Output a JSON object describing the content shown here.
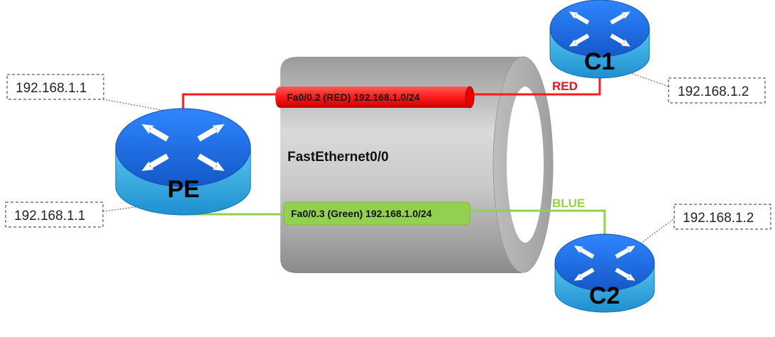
{
  "diagram": {
    "trunk_label": "FastEthernet0/0",
    "routers": {
      "pe": "PE",
      "c1": "C1",
      "c2": "C2"
    },
    "subinterfaces": {
      "red": "Fa0/0.2 (RED) 192.168.1.0/24",
      "green": "Fa0/0.3 (Green) 192.168.1.0/24"
    },
    "vlan_tags": {
      "red": "RED",
      "blue": "BLUE"
    },
    "ip_labels": {
      "pe_top": "192.168.1.1",
      "pe_bottom": "192.168.1.1",
      "c1": "192.168.1.2",
      "c2": "192.168.1.2"
    },
    "colors": {
      "red_link": "#ff1a1a",
      "green_link": "#92d050",
      "router_blue": "#1a6fe0",
      "tube_gray": "#b8b8b8"
    }
  }
}
